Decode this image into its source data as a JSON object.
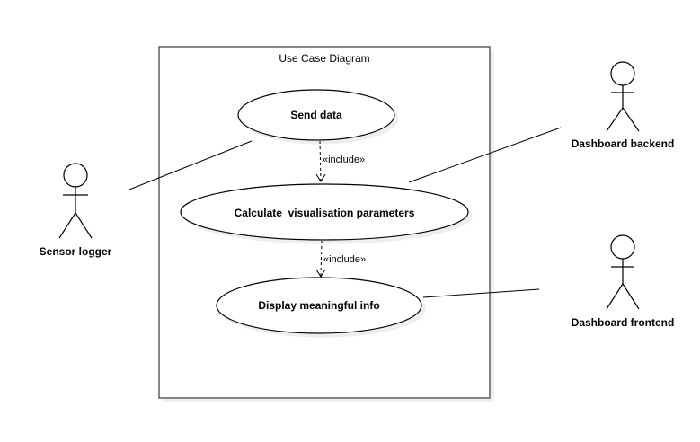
{
  "system": {
    "title": "Use Case Diagram"
  },
  "use_cases": {
    "send_data": "Send data",
    "calculate": "Calculate  visualisation parameters",
    "display": "Display meaningful info"
  },
  "relations": {
    "include_1": "«include»",
    "include_2": "«include»"
  },
  "actors": {
    "sensor_logger": "Sensor logger",
    "dashboard_backend": "Dashboard backend",
    "dashboard_frontend": "Dashboard frontend"
  }
}
